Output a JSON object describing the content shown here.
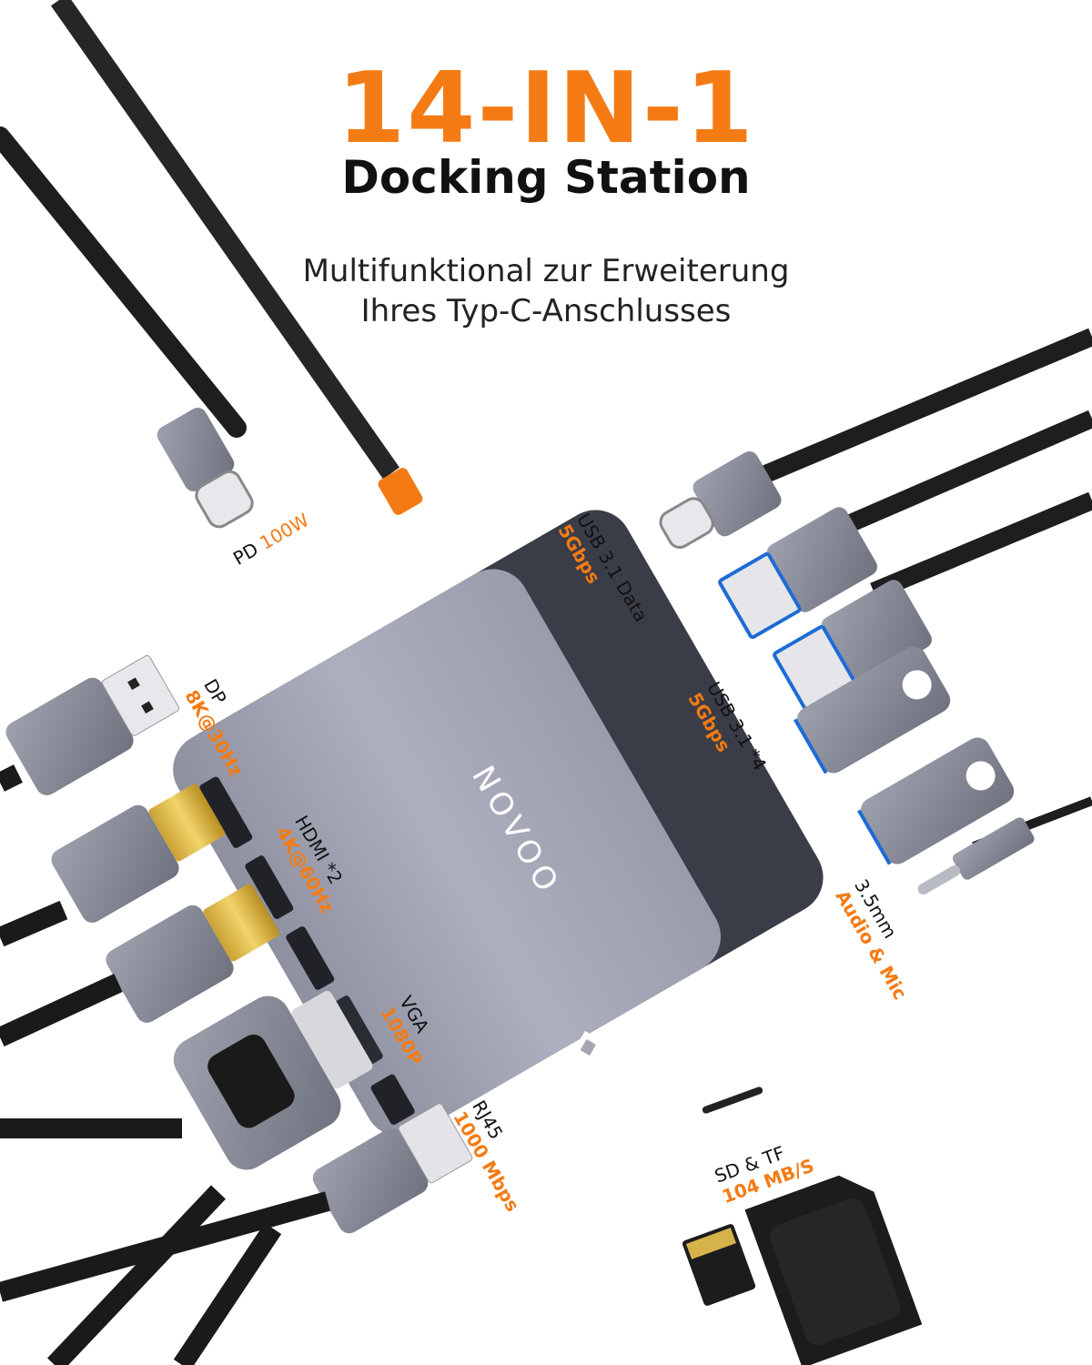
{
  "colors": {
    "accent": "#F47B14",
    "text": "#111111",
    "hub_body": "#A4A6B6",
    "hub_dark": "#3A3D47",
    "cable": "#1E1E1E"
  },
  "header": {
    "title": "14-IN-1",
    "subtitle": "Docking Station",
    "tagline_line1": "Multifunktional zur Erweiterung",
    "tagline_line2": "Ihres Typ-C-Anschlusses"
  },
  "brand": {
    "logo_text": "NOVOO"
  },
  "ports": [
    {
      "id": "pd",
      "name": "PD",
      "spec": "100W"
    },
    {
      "id": "usb-c-data",
      "name": "USB 3.1 Data",
      "spec": "5Gbps"
    },
    {
      "id": "usb-a",
      "name": "USB 3.1 *4",
      "spec": "5Gbps"
    },
    {
      "id": "audio",
      "name": "3.5mm",
      "spec": "Audio & Mic"
    },
    {
      "id": "sd-tf",
      "name": "SD & TF",
      "spec": "104 MB/S"
    },
    {
      "id": "dp",
      "name": "DP",
      "spec": "8K@30Hz"
    },
    {
      "id": "hdmi",
      "name": "HDMI *2",
      "spec": "4K@60Hz"
    },
    {
      "id": "vga",
      "name": "VGA",
      "spec": "1080P"
    },
    {
      "id": "rj45",
      "name": "RJ45",
      "spec": "1000 Mbps"
    }
  ]
}
